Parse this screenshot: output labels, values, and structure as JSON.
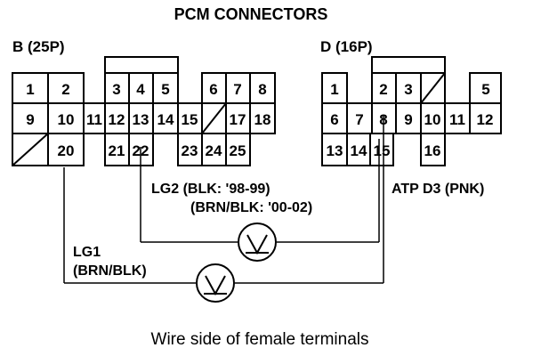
{
  "title": "PCM CONNECTORS",
  "connector_b": {
    "label": "B (25P)",
    "terminals": [
      "1",
      "2",
      "3",
      "4",
      "5",
      "6",
      "7",
      "8",
      "9",
      "10",
      "11",
      "12",
      "13",
      "14",
      "15",
      "17",
      "18",
      "20",
      "21",
      "22",
      "23",
      "24",
      "25"
    ]
  },
  "connector_d": {
    "label": "D (16P)",
    "terminals": [
      "1",
      "2",
      "3",
      "5",
      "6",
      "7",
      "8",
      "9",
      "10",
      "11",
      "12",
      "13",
      "14",
      "15",
      "16"
    ]
  },
  "wires": {
    "lg2_line1": "LG2 (BLK: '98-99)",
    "lg2_line2": "(BRN/BLK: '00-02)",
    "atp": "ATP D3 (PNK)",
    "lg1_line1": "LG1",
    "lg1_line2": "(BRN/BLK)"
  },
  "caption": "Wire side of female terminals",
  "meter_icon": "voltmeter-icon"
}
